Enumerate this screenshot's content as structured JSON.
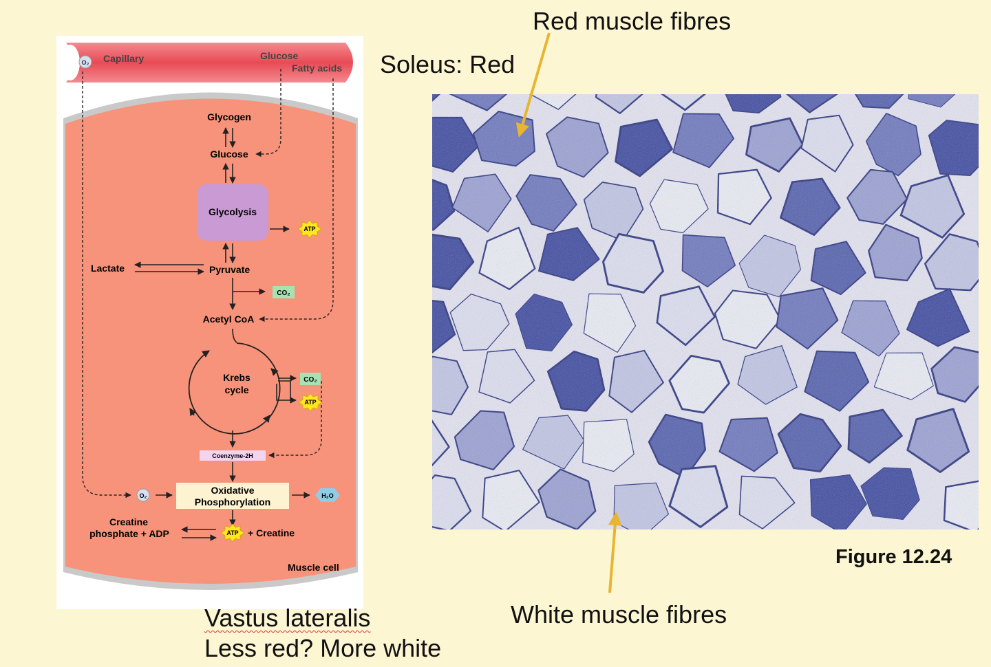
{
  "slide": {
    "labels": {
      "red_fibres": "Red muscle fibres",
      "soleus": "Soleus: Red",
      "white_fibres": "White muscle fibres",
      "figure": "Figure 12.24",
      "vastus": "Vastus lateralis",
      "vastus_note": "Less red? More white"
    }
  },
  "diagram": {
    "capillary": "Capillary",
    "o2_capillary": "O₂",
    "glucose_in": "Glucose",
    "fatty_acids": "Fatty acids",
    "glycogen": "Glycogen",
    "glucose": "Glucose",
    "glycolysis": "Glycolysis",
    "atp_glycolysis": "ATP",
    "lactate": "Lactate",
    "pyruvate": "Pyruvate",
    "co2_pyruvate": "CO₂",
    "acetyl_coa": "Acetyl CoA",
    "krebs_1": "Krebs",
    "krebs_2": "cycle",
    "co2_krebs": "CO₂",
    "atp_krebs": "ATP",
    "coenzyme": "Coenzyme-2H",
    "o2": "O₂",
    "oxphos_1": "Oxidative",
    "oxphos_2": "Phosphorylation",
    "h2o": "H₂O",
    "creatine_p_1": "Creatine",
    "creatine_p_2": "phosphate + ADP",
    "atp_final": "ATP",
    "creatine": "+ Creatine",
    "muscle_cell": "Muscle cell"
  },
  "colors": {
    "background": "#fdf6d3",
    "capillary_red": "#ec5a63",
    "cell_salmon": "#f7937a",
    "glycolysis_purple": "#c99ad4",
    "atp_yellow": "#ffe620",
    "co2_green": "#a8e1b2",
    "stain_dark": "#3d4aa2",
    "stain_light": "#dde0f2",
    "arrow_gold": "#e8b530"
  }
}
